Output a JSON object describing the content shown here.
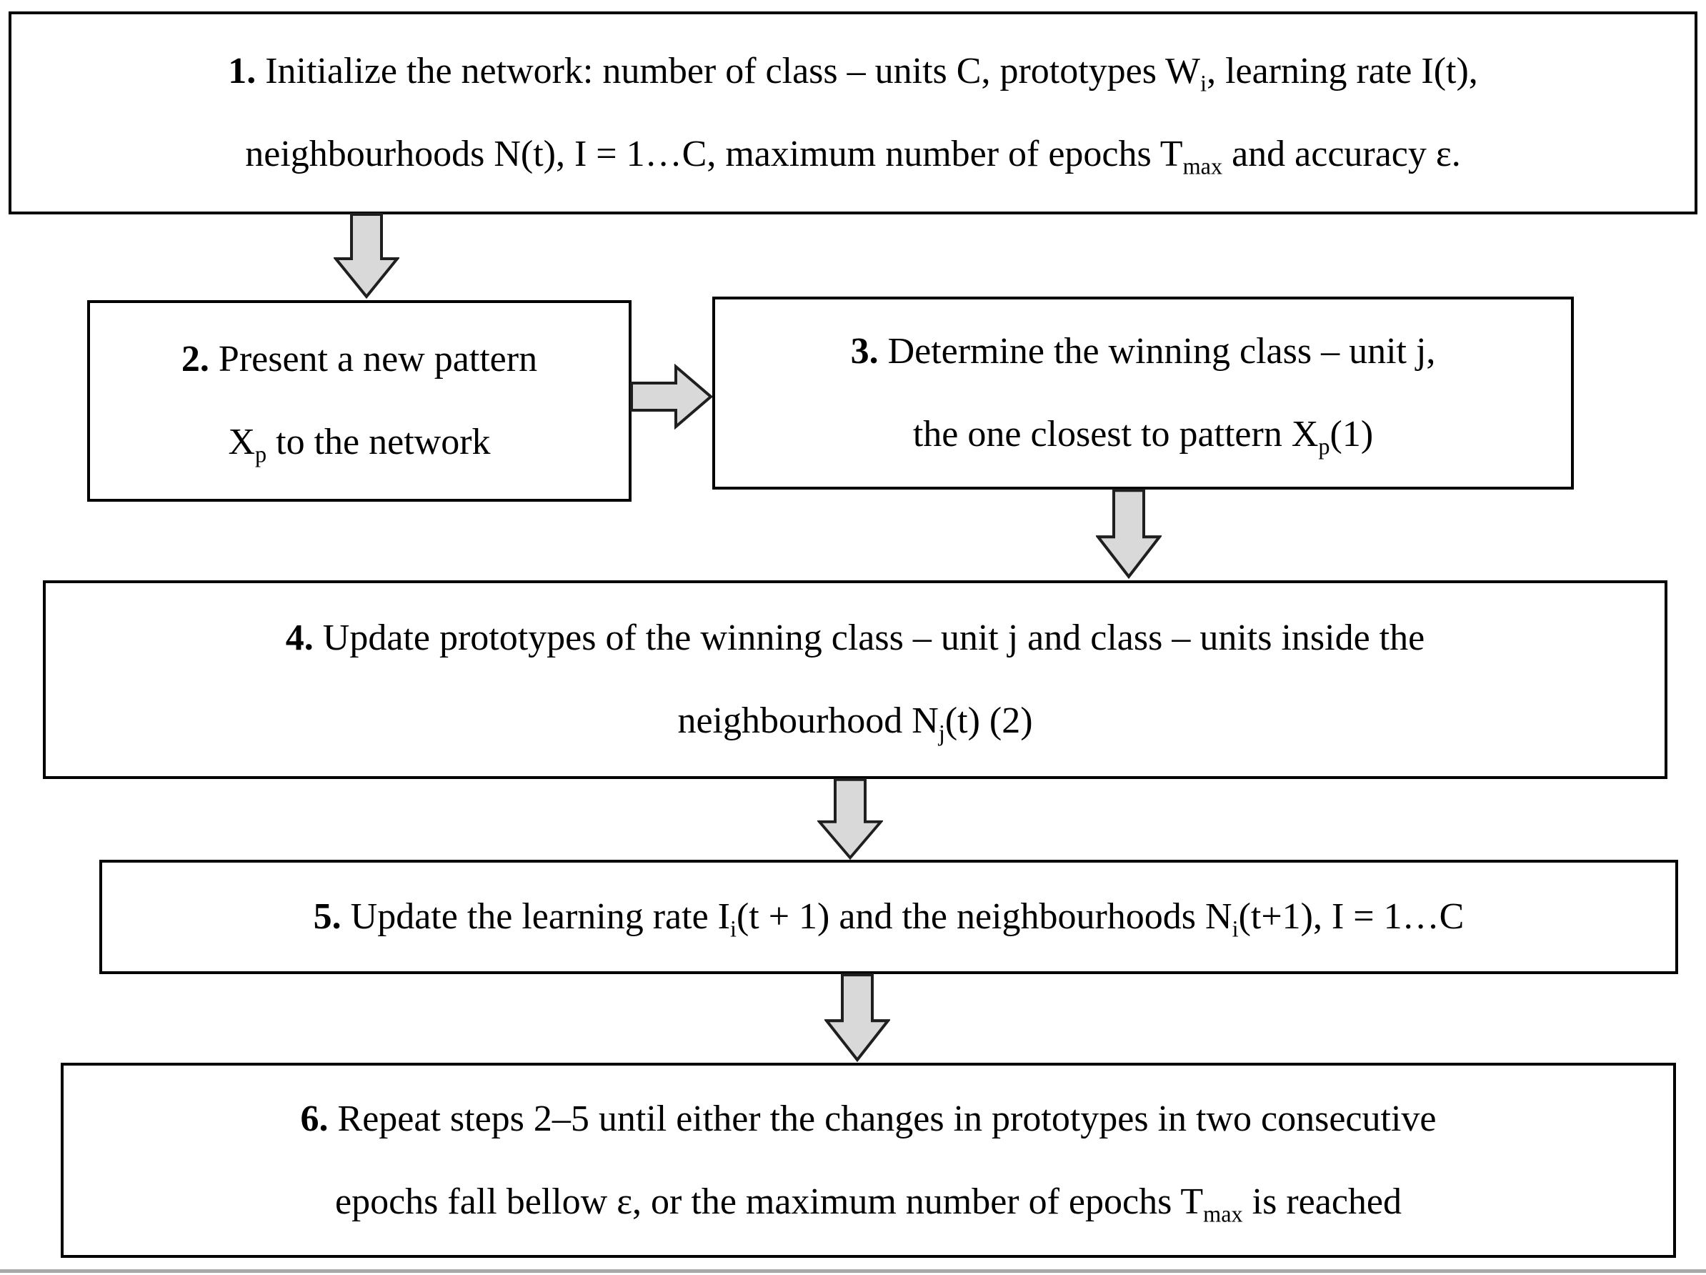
{
  "figure_type": "flowchart",
  "colors": {
    "background": "#ffffff",
    "box_border": "#000000",
    "text": "#000000",
    "arrow_fill": "#d9d9d9",
    "arrow_outline": "#1f1f1f"
  },
  "steps": [
    {
      "number": "1.",
      "lines": [
        "*{1.} Initialize the network: number of class – units C, prototypes W_{i}, learning rate I(t),",
        "neighbourhoods N(t), I = 1…C, maximum number of epochs T_{max} and accuracy ε."
      ]
    },
    {
      "number": "2.",
      "lines": [
        "*{2.} Present a new pattern",
        "X_{p} to the network"
      ]
    },
    {
      "number": "3.",
      "lines": [
        "*{3.} Determine the winning class – unit j,",
        "the one closest to pattern X_{p}(1)"
      ]
    },
    {
      "number": "4.",
      "lines": [
        "*{4.} Update prototypes of the winning class – unit j and class – units inside the",
        "neighbourhood N_{j}(t) (2)"
      ]
    },
    {
      "number": "5.",
      "lines": [
        "*{5.} Update the learning rate I_{i}(t + 1) and the neighbourhoods N_{i}(t+1), I = 1…C"
      ]
    },
    {
      "number": "6.",
      "lines": [
        "*{6.} Repeat steps 2–5 until either the changes in prototypes in two consecutive",
        "epochs fall bellow ε, or the maximum number of epochs T_{max} is reached"
      ]
    }
  ],
  "arrows": [
    {
      "from": "step-1",
      "to": "step-2",
      "direction": "down"
    },
    {
      "from": "step-2",
      "to": "step-3",
      "direction": "right"
    },
    {
      "from": "step-3",
      "to": "step-4",
      "direction": "down"
    },
    {
      "from": "step-4",
      "to": "step-5",
      "direction": "down"
    },
    {
      "from": "step-5",
      "to": "step-6",
      "direction": "down"
    }
  ]
}
